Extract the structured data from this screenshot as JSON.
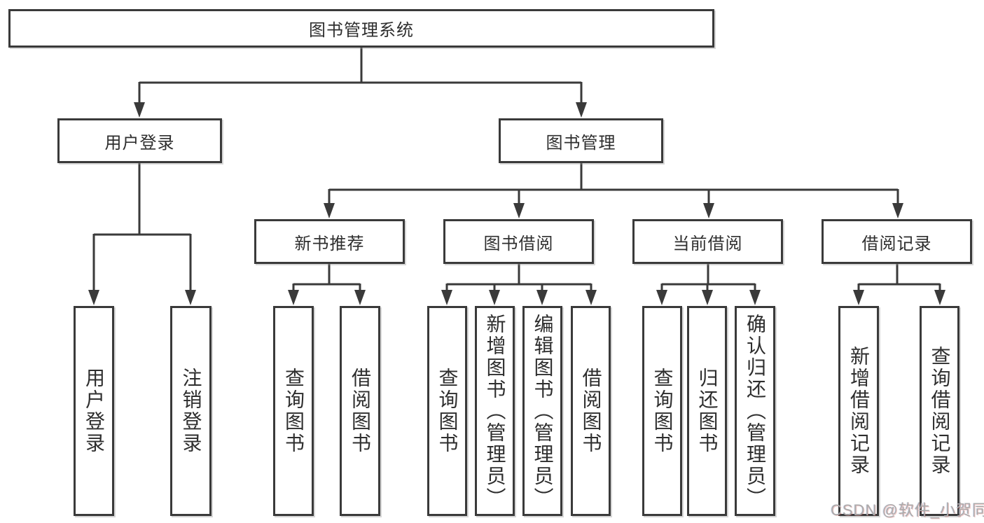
{
  "theme": {
    "background": "#ffffff",
    "line_color": "#3a3a3a",
    "box_border_color": "#3a3a3a",
    "box_fill": "#ffffff",
    "text_color": "#2e2e2e",
    "watermark_color": "#ababab"
  },
  "diagram": {
    "title": "图书管理系统",
    "root": {
      "label": "图书管理系统"
    },
    "level2": [
      {
        "label": "用户登录"
      },
      {
        "label": "图书管理"
      }
    ],
    "level3": [
      {
        "label": "新书推荐",
        "parent": "图书管理"
      },
      {
        "label": "图书借阅",
        "parent": "图书管理"
      },
      {
        "label": "当前借阅",
        "parent": "图书管理"
      },
      {
        "label": "借阅记录",
        "parent": "图书管理"
      }
    ],
    "leaves": [
      {
        "label": "用户登录",
        "parent": "用户登录"
      },
      {
        "label": "注销登录",
        "parent": "用户登录"
      },
      {
        "label": "查询图书",
        "parent": "新书推荐"
      },
      {
        "label": "借阅图书",
        "parent": "新书推荐"
      },
      {
        "label": "查询图书",
        "parent": "图书借阅"
      },
      {
        "label": "新增图书（管理员）",
        "parent": "图书借阅"
      },
      {
        "label": "编辑图书（管理员）",
        "parent": "图书借阅"
      },
      {
        "label": "借阅图书",
        "parent": "图书借阅"
      },
      {
        "label": "查询图书",
        "parent": "当前借阅"
      },
      {
        "label": "归还图书",
        "parent": "当前借阅"
      },
      {
        "label": "确认归还（管理员）",
        "parent": "当前借阅"
      },
      {
        "label": "新增借阅记录",
        "parent": "借阅记录"
      },
      {
        "label": "查询借阅记录",
        "parent": "借阅记录"
      }
    ]
  },
  "watermark": {
    "text": "CSDN @软件_小贺同学"
  }
}
